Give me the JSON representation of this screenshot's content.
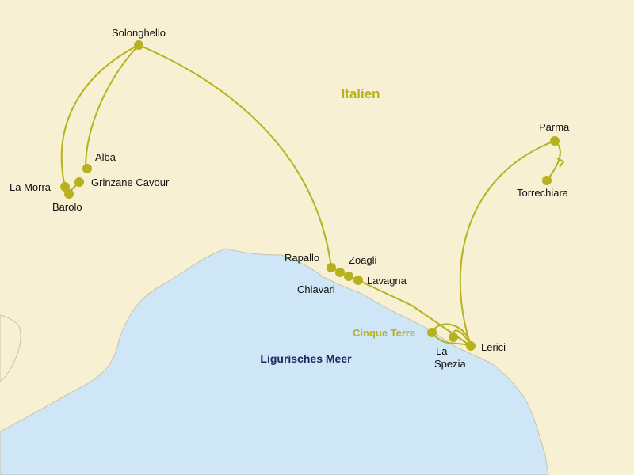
{
  "colors": {
    "land": "#f7f0d2",
    "sea": "#cfe6f6",
    "coast": "#c9c3a8",
    "route": "#b6b21f",
    "country_label": "#b6b21f",
    "sea_label": "#1c2860"
  },
  "labels": {
    "country": "Italien",
    "sea": "Ligurisches Meer",
    "region": "Cinque Terre"
  },
  "places": {
    "solonghello": "Solonghello",
    "alba": "Alba",
    "grinzane": "Grinzane Cavour",
    "la_morra": "La Morra",
    "barolo": "Barolo",
    "rapallo": "Rapallo",
    "zoagli": "Zoagli",
    "chiavari": "Chiavari",
    "lavagna": "Lavagna",
    "la": "La",
    "spezia": "Spezia",
    "lerici": "Lerici",
    "parma": "Parma",
    "torrechiara": "Torrechiara"
  },
  "route_order": [
    "Solonghello",
    "La Morra",
    "Barolo",
    "Grinzane Cavour",
    "Alba",
    "Solonghello",
    "Rapallo",
    "Zoagli",
    "Chiavari",
    "Lavagna",
    "Lerici",
    "Cinque Terre",
    "La Spezia",
    "Lerici",
    "Parma",
    "Torrechiara"
  ]
}
